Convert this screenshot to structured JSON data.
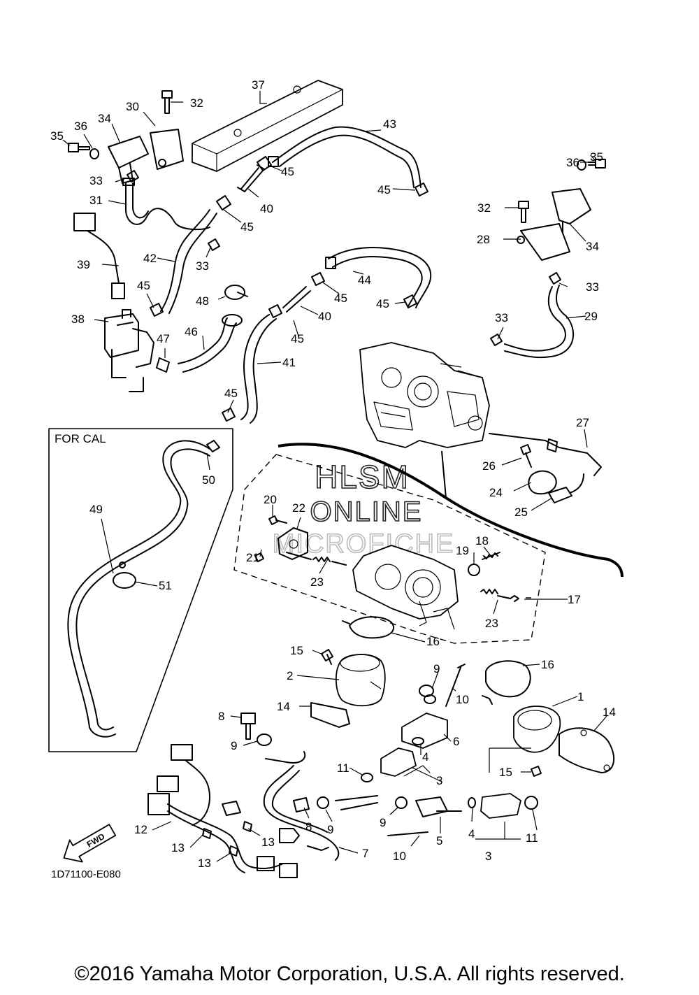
{
  "diagram": {
    "watermark": {
      "line1": "HLSM",
      "line2": "ONLINE",
      "line3": "MICROFICHE"
    },
    "for_cal_label": "FOR CAL",
    "diagram_code": "1D71100-E080",
    "fwd_label": "FWD",
    "copyright": "©2016 Yamaha Motor Corporation, U.S.A. All rights reserved.",
    "callouts": [
      {
        "id": "c37",
        "text": "37"
      },
      {
        "id": "c32a",
        "text": "32"
      },
      {
        "id": "c30",
        "text": "30"
      },
      {
        "id": "c34a",
        "text": "34"
      },
      {
        "id": "c36a",
        "text": "36"
      },
      {
        "id": "c35a",
        "text": "35"
      },
      {
        "id": "c43",
        "text": "43"
      },
      {
        "id": "c33a",
        "text": "33"
      },
      {
        "id": "c45a",
        "text": "45"
      },
      {
        "id": "c31",
        "text": "31"
      },
      {
        "id": "c40a",
        "text": "40"
      },
      {
        "id": "c45b",
        "text": "45"
      },
      {
        "id": "c45c",
        "text": "45"
      },
      {
        "id": "c36b",
        "text": "36"
      },
      {
        "id": "c35b",
        "text": "35"
      },
      {
        "id": "c32b",
        "text": "32"
      },
      {
        "id": "c34b",
        "text": "34"
      },
      {
        "id": "c28",
        "text": "28"
      },
      {
        "id": "c39",
        "text": "39"
      },
      {
        "id": "c42",
        "text": "42"
      },
      {
        "id": "c33b",
        "text": "33"
      },
      {
        "id": "c44",
        "text": "44"
      },
      {
        "id": "c33c",
        "text": "33"
      },
      {
        "id": "c45d",
        "text": "45"
      },
      {
        "id": "c48",
        "text": "48"
      },
      {
        "id": "c45e",
        "text": "45"
      },
      {
        "id": "c45f",
        "text": "45"
      },
      {
        "id": "c38",
        "text": "38"
      },
      {
        "id": "c40b",
        "text": "40"
      },
      {
        "id": "c33d",
        "text": "33"
      },
      {
        "id": "c29",
        "text": "29"
      },
      {
        "id": "c47",
        "text": "47"
      },
      {
        "id": "c46",
        "text": "46"
      },
      {
        "id": "c45g",
        "text": "45"
      },
      {
        "id": "c41",
        "text": "41"
      },
      {
        "id": "c45h",
        "text": "45"
      },
      {
        "id": "c27",
        "text": "27"
      },
      {
        "id": "c26",
        "text": "26"
      },
      {
        "id": "c50",
        "text": "50"
      },
      {
        "id": "c24",
        "text": "24"
      },
      {
        "id": "c25",
        "text": "25"
      },
      {
        "id": "c49",
        "text": "49"
      },
      {
        "id": "c20",
        "text": "20"
      },
      {
        "id": "c22",
        "text": "22"
      },
      {
        "id": "c18",
        "text": "18"
      },
      {
        "id": "c19",
        "text": "19"
      },
      {
        "id": "c21",
        "text": "21"
      },
      {
        "id": "c23a",
        "text": "23"
      },
      {
        "id": "c51",
        "text": "51"
      },
      {
        "id": "c17",
        "text": "17"
      },
      {
        "id": "c23b",
        "text": "23"
      },
      {
        "id": "c16a",
        "text": "16"
      },
      {
        "id": "c15a",
        "text": "15"
      },
      {
        "id": "c16b",
        "text": "16"
      },
      {
        "id": "c2",
        "text": "2"
      },
      {
        "id": "c9a",
        "text": "9"
      },
      {
        "id": "c10a",
        "text": "10"
      },
      {
        "id": "c1",
        "text": "1"
      },
      {
        "id": "c14a",
        "text": "14"
      },
      {
        "id": "c14b",
        "text": "14"
      },
      {
        "id": "c8a",
        "text": "8"
      },
      {
        "id": "c6",
        "text": "6"
      },
      {
        "id": "c9b",
        "text": "9"
      },
      {
        "id": "c4a",
        "text": "4"
      },
      {
        "id": "c11a",
        "text": "11"
      },
      {
        "id": "c3a",
        "text": "3"
      },
      {
        "id": "c15b",
        "text": "15"
      },
      {
        "id": "c12",
        "text": "12"
      },
      {
        "id": "c13a",
        "text": "13"
      },
      {
        "id": "c8b",
        "text": "8"
      },
      {
        "id": "c9c",
        "text": "9"
      },
      {
        "id": "c9d",
        "text": "9"
      },
      {
        "id": "c4b",
        "text": "4"
      },
      {
        "id": "c11b",
        "text": "11"
      },
      {
        "id": "c13b",
        "text": "13"
      },
      {
        "id": "c7",
        "text": "7"
      },
      {
        "id": "c5",
        "text": "5"
      },
      {
        "id": "c10b",
        "text": "10"
      },
      {
        "id": "c3b",
        "text": "3"
      },
      {
        "id": "c13c",
        "text": "13"
      }
    ]
  }
}
